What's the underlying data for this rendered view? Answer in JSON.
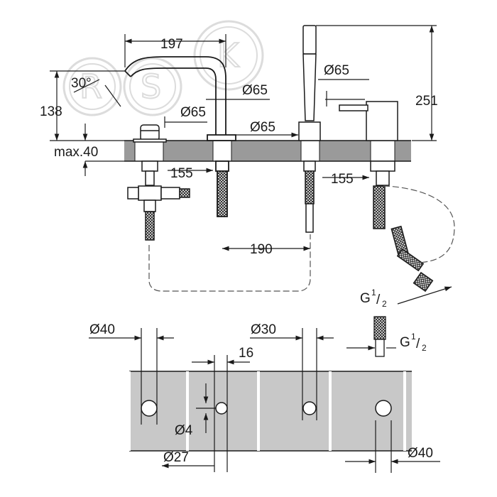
{
  "watermark": {
    "letters": [
      "R",
      "S",
      "K"
    ],
    "color": "#dcdcdc"
  },
  "colors": {
    "line": "#1a1a1a",
    "section": "#9a9a9a",
    "panel": "#c8c8c8",
    "hidden": "#555555"
  },
  "side_view": {
    "angle": "30°",
    "spout_width": "197",
    "spout_height": "138",
    "deck_thickness": "max.40",
    "dia_spout_body": "Ø65",
    "dia_spout_base": "Ø65",
    "dia_hand_shower": "Ø65",
    "dia_handle_left": "Ø65",
    "dia_handle_right": "Ø65",
    "height_total": "251",
    "dist_left": "155",
    "dist_right": "155",
    "dist_bottom": "190",
    "connection_1": {
      "base": "G",
      "num": "1",
      "den": "2"
    },
    "connection_2": {
      "base": "G",
      "num": "1",
      "den": "2"
    }
  },
  "top_view": {
    "dia_hole_1": "Ø40",
    "dia_hole_2": "Ø30",
    "spacing": "16",
    "dia_small": "Ø4",
    "dia_hole_3": "Ø27",
    "dia_hole_4": "Ø40"
  }
}
